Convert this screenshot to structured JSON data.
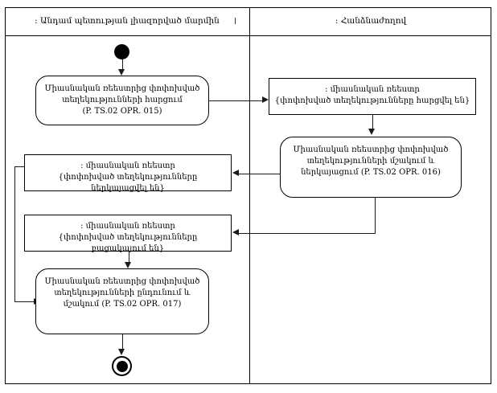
{
  "diagram": {
    "type": "uml-activity-diagram",
    "lanes": [
      {
        "id": "lane-member-state",
        "title": ": Անդամ պետության լիազորված մարմին"
      },
      {
        "id": "lane-commission",
        "title": ": Հանձնաժողով"
      }
    ],
    "nodes": [
      {
        "id": "initial-node",
        "kind": "initial",
        "lane": "lane-member-state"
      },
      {
        "id": "activity-015",
        "kind": "activity",
        "lane": "lane-member-state",
        "label": "Միասնական ռեեստրից փոփոխված\nտեղեկությունների հարցում\n(P. TS.02 OPR. 015)",
        "operation_code": "P. TS.02 OPR. 015"
      },
      {
        "id": "object-queried",
        "kind": "object",
        "lane": "lane-commission",
        "label": ": միասնական ռեեստր\n{փոփոխված տեղեկությունները հարցվել են}",
        "state": "{փոփոխված տեղեկությունները հարցվել են}"
      },
      {
        "id": "activity-016",
        "kind": "activity",
        "lane": "lane-commission",
        "label": "Միասնական ռեեստրից փոփոխված\nտեղեկությունների մշակում և\nներկայացում (P. TS.02 OPR. 016)",
        "operation_code": "P. TS.02 OPR. 016"
      },
      {
        "id": "object-presented",
        "kind": "object",
        "lane": "lane-member-state",
        "label": ": միասնական ռեեստր\n{փոփոխված տեղեկությունները ներկայացվել են}",
        "state": "{փոփոխված տեղեկությունները ներկայացվել են}"
      },
      {
        "id": "object-absent",
        "kind": "object",
        "lane": "lane-member-state",
        "label": ": միասնական ռեեստր\n{փոփոխված տեղեկությունները բացակայում են}",
        "state": "{փոփոխված տեղեկությունները բացակայում են}"
      },
      {
        "id": "activity-017",
        "kind": "activity",
        "lane": "lane-member-state",
        "label": "Միասնական ռեեստրից փոփոխված\nտեղեկությունների ընդունում և\nմշակում (P. TS.02 OPR. 017)",
        "operation_code": "P. TS.02 OPR. 017"
      },
      {
        "id": "final-node",
        "kind": "final",
        "lane": "lane-member-state"
      }
    ],
    "edges": [
      {
        "from": "initial-node",
        "to": "activity-015"
      },
      {
        "from": "activity-015",
        "to": "object-queried"
      },
      {
        "from": "object-queried",
        "to": "activity-016"
      },
      {
        "from": "activity-016",
        "to": "object-presented"
      },
      {
        "from": "activity-016",
        "to": "object-absent"
      },
      {
        "from": "object-presented",
        "to": "activity-017"
      },
      {
        "from": "object-absent",
        "to": "activity-017"
      },
      {
        "from": "activity-017",
        "to": "final-node"
      }
    ],
    "colors": {
      "line": "#000000",
      "connector": "#1a1a1a",
      "background": "#ffffff"
    }
  }
}
